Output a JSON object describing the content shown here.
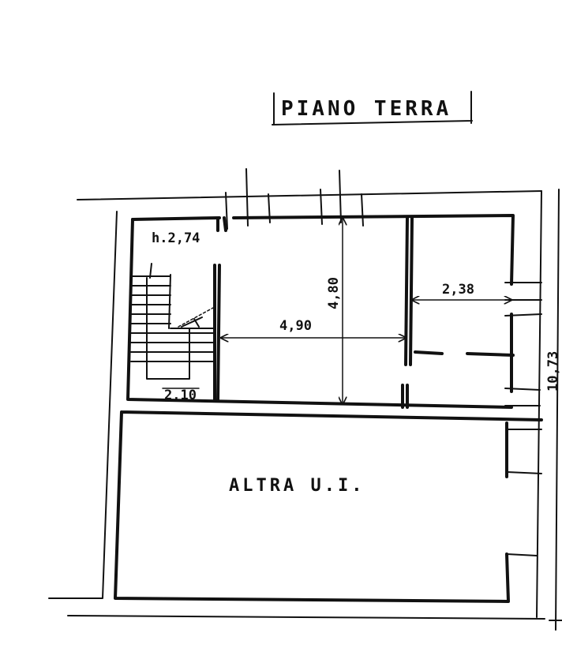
{
  "title": "PIANO TERRA",
  "height_note": "h.2,74",
  "rooms": {
    "adjacent_unit": "ALTRA U.I."
  },
  "dimensions": {
    "main_room_width": "4,90",
    "main_room_depth": "4,80",
    "right_room_width": "2,38",
    "stair_width": "2,10",
    "total_depth": "10,73"
  },
  "colors": {
    "ink": "#111111",
    "paper": "#ffffff"
  }
}
